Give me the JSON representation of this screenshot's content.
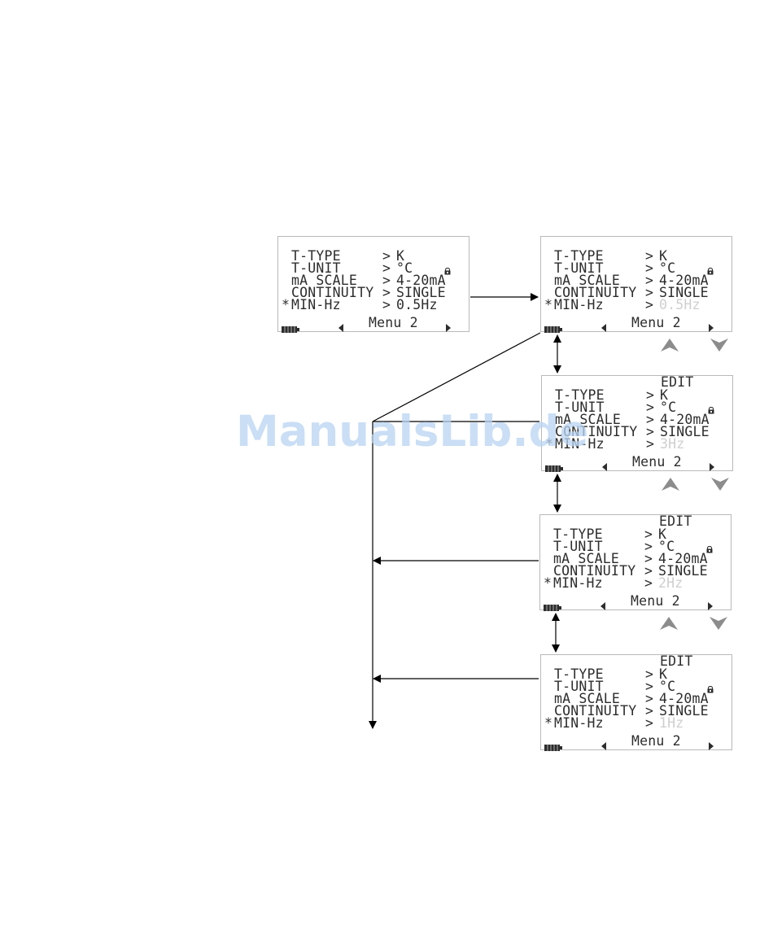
{
  "menu": {
    "labels": [
      "T-TYPE",
      "T-UNIT",
      "mA SCALE",
      "CONTINUITY",
      "MIN-Hz"
    ],
    "values": [
      "K",
      "°C",
      "4-20mA",
      "SINGLE"
    ],
    "separator": ">",
    "selection_marker": "*",
    "footer_label": "Menu 2",
    "edit_label": "EDIT"
  },
  "screens": [
    {
      "edit": "",
      "minhz": "0.5Hz"
    },
    {
      "edit": "",
      "minhz": "0.5Hz"
    },
    {
      "edit": "EDIT",
      "minhz": "3Hz"
    },
    {
      "edit": "EDIT",
      "minhz": "2Hz"
    },
    {
      "edit": "EDIT",
      "minhz": "1Hz"
    }
  ],
  "watermark": "ManualsLib.de",
  "colors": {
    "lcd_text": "#2d2d2d",
    "lcd_dim": "#cfcfcf",
    "nav_arrow": "#8c8c8c",
    "watermark": "#b9d4f2"
  }
}
